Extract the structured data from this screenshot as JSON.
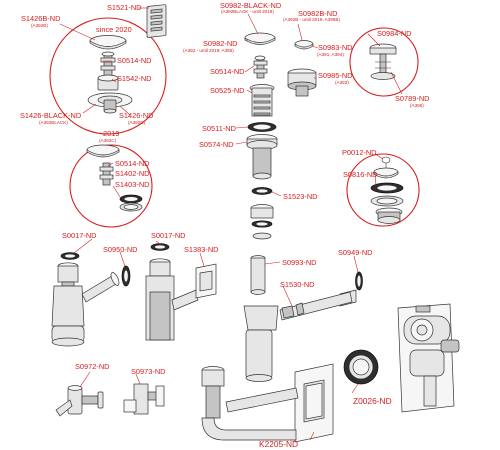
{
  "colors": {
    "label": "#d62020",
    "outline": "#333333",
    "part_fill": "#e6e6e6"
  },
  "labels": {
    "s1521": "S1521-ND",
    "s1426b": "S1426B-ND",
    "s1426b_sub": "(A392B)",
    "since2020": "since 2020",
    "s0514_top": "S0514-ND",
    "s1542": "S1542-ND",
    "s1426black": "S1426-BLACK-ND",
    "s1426black_sub": "(A392BLACK)",
    "s1426": "S1426-ND",
    "s1426_sub": "(A392C)",
    "s0982black": "S0982-BLACK-ND",
    "s0982black_sub": "(A392BLACK - until 2019)",
    "s0982b": "S0982B-ND",
    "s0982b_sub": "(A392B - until 2019, A395B)",
    "s0982": "S0982-ND",
    "s0982_sub": "(A392 - until 2019, A395)",
    "s0983": "S0983-ND",
    "s0983_sub": "(A391, A394)",
    "s0514_mid": "S0514-ND",
    "s0985": "S0985-ND",
    "s0985_sub": "(A393)",
    "s0525": "S0525-ND",
    "s0984": "S0984-ND",
    "s0789": "S0789-ND",
    "s0789_sub": "(A396)",
    "y2019": "2019",
    "y2019_sub": "(A392C)",
    "s0514_low": "S0514-ND",
    "s1402": "S1402-ND",
    "s1403": "S1403-ND",
    "s0511": "S0511-ND",
    "s0574": "S0574-ND",
    "p0012": "P0012-ND",
    "s0816": "S0816-ND",
    "s1523": "S1523-ND",
    "s0017_left": "S0017-ND",
    "s0017_right": "S0017-ND",
    "s0950": "S0950-ND",
    "s1383": "S1383-ND",
    "s0993": "S0993-ND",
    "s0949": "S0949-ND",
    "s1530": "S1530-ND",
    "s0972": "S0972-ND",
    "s0973": "S0973-ND",
    "z0026": "Z0026-ND",
    "k2205": "K2205-ND"
  }
}
